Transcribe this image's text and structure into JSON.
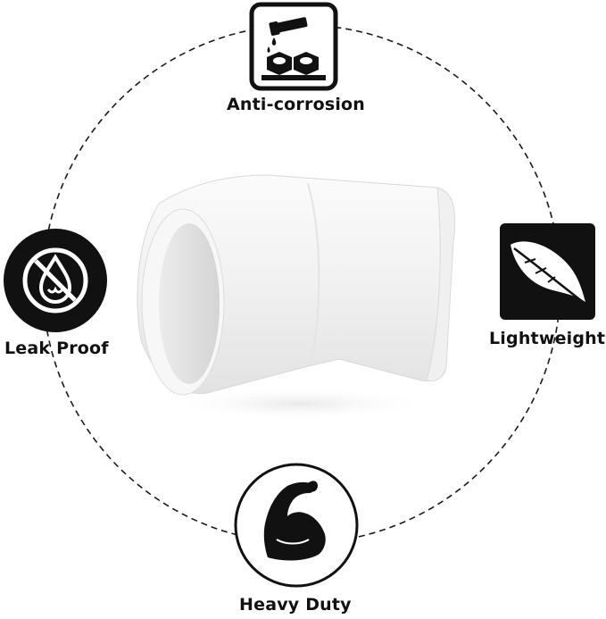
{
  "features": {
    "anti_corrosion": {
      "label": "Anti-corrosion",
      "icon": "corrosion-icon"
    },
    "leak_proof": {
      "label": "Leak Proof",
      "icon": "leak-proof-icon"
    },
    "lightweight": {
      "label": "Lightweight",
      "icon": "feather-icon"
    },
    "heavy_duty": {
      "label": "Heavy Duty",
      "icon": "muscle-arm-icon"
    }
  },
  "product": {
    "icon": "pvc-elbow-fitting"
  },
  "colors": {
    "icon_fill": "#111111",
    "dashed_ring": "#1a1a1a",
    "background": "#ffffff",
    "pipe": "#f4f4f4"
  }
}
